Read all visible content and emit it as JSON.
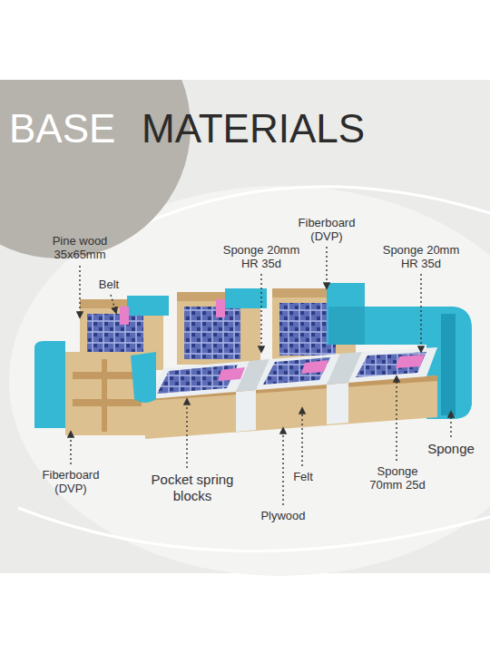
{
  "diagram": {
    "title": "MATERIALS",
    "nodes": [
      {
        "text": [
          "BASE"
        ]
      }
    ],
    "labels": [
      "Pine wood 35x65mm",
      "Belt",
      "Sponge 20mm HR 35d",
      "Fiberboard (DVP)",
      "Sponge 20mm HR 35d",
      "Fiberboard (DVP)",
      "Pocket spring blocks",
      "Felt",
      "Plywood",
      "Sponge 70mm 25d",
      "Sponge"
    ]
  }
}
